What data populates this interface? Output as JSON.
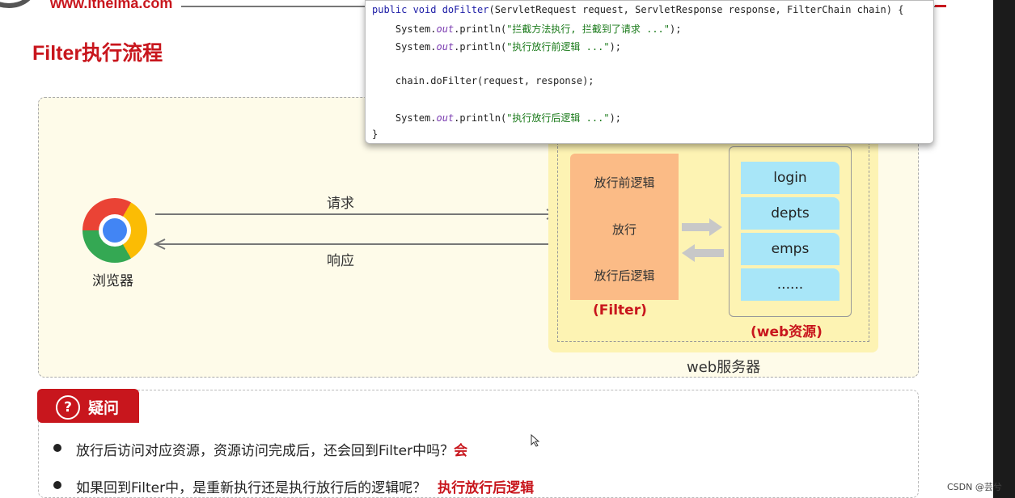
{
  "header": {
    "logo_text": "www.itheima.com",
    "title": "Filter执行流程"
  },
  "diagram": {
    "browser_label": "浏览器",
    "request_label": "请求",
    "response_label": "响应",
    "filter_steps": [
      "放行前逻辑",
      "放行",
      "放行后逻辑"
    ],
    "filter_label": "(Filter)",
    "resources": [
      "login",
      "depts",
      "emps",
      "......"
    ],
    "resources_label": "(web资源)",
    "server_label": "web服务器"
  },
  "code": {
    "lines": [
      {
        "parts": [
          {
            "t": "public void ",
            "c": "kw"
          },
          {
            "t": "doFilter",
            "c": "kw"
          },
          {
            "t": "(ServletRequest request, ServletResponse response, FilterChain chain) {",
            "c": ""
          }
        ]
      },
      {
        "parts": [
          {
            "t": "    System.",
            "c": ""
          },
          {
            "t": "out",
            "c": "it"
          },
          {
            "t": ".println(",
            "c": ""
          },
          {
            "t": "\"拦截方法执行, 拦截到了请求 ...\"",
            "c": "str"
          },
          {
            "t": ");",
            "c": ""
          }
        ]
      },
      {
        "parts": [
          {
            "t": "    System.",
            "c": ""
          },
          {
            "t": "out",
            "c": "it"
          },
          {
            "t": ".println(",
            "c": ""
          },
          {
            "t": "\"执行放行前逻辑 ...\"",
            "c": "str"
          },
          {
            "t": ");",
            "c": ""
          }
        ]
      },
      {
        "parts": [
          {
            "t": "",
            "c": ""
          }
        ]
      },
      {
        "parts": [
          {
            "t": "    chain.doFilter(request, response);",
            "c": ""
          }
        ]
      },
      {
        "parts": [
          {
            "t": "",
            "c": ""
          }
        ]
      },
      {
        "parts": [
          {
            "t": "    System.",
            "c": ""
          },
          {
            "t": "out",
            "c": "it"
          },
          {
            "t": ".println(",
            "c": ""
          },
          {
            "t": "\"执行放行后逻辑 ...\"",
            "c": "str"
          },
          {
            "t": ");",
            "c": ""
          }
        ]
      },
      {
        "parts": [
          {
            "t": "}",
            "c": ""
          }
        ]
      }
    ]
  },
  "questions": {
    "tab_icon": "?",
    "tab_title": "疑问",
    "items": [
      {
        "q": "放行后访问对应资源，资源访问完成后，还会回到Filter中吗？",
        "a": "会"
      },
      {
        "q": "如果回到Filter中，是重新执行还是执行放行后的逻辑呢？",
        "a": "执行放行后逻辑"
      }
    ]
  },
  "watermark": "CSDN @芸兮",
  "colors": {
    "accent": "#c8161d",
    "filter": "#fbbb86",
    "resource": "#a8e6f8",
    "server": "#fdf3b3"
  }
}
